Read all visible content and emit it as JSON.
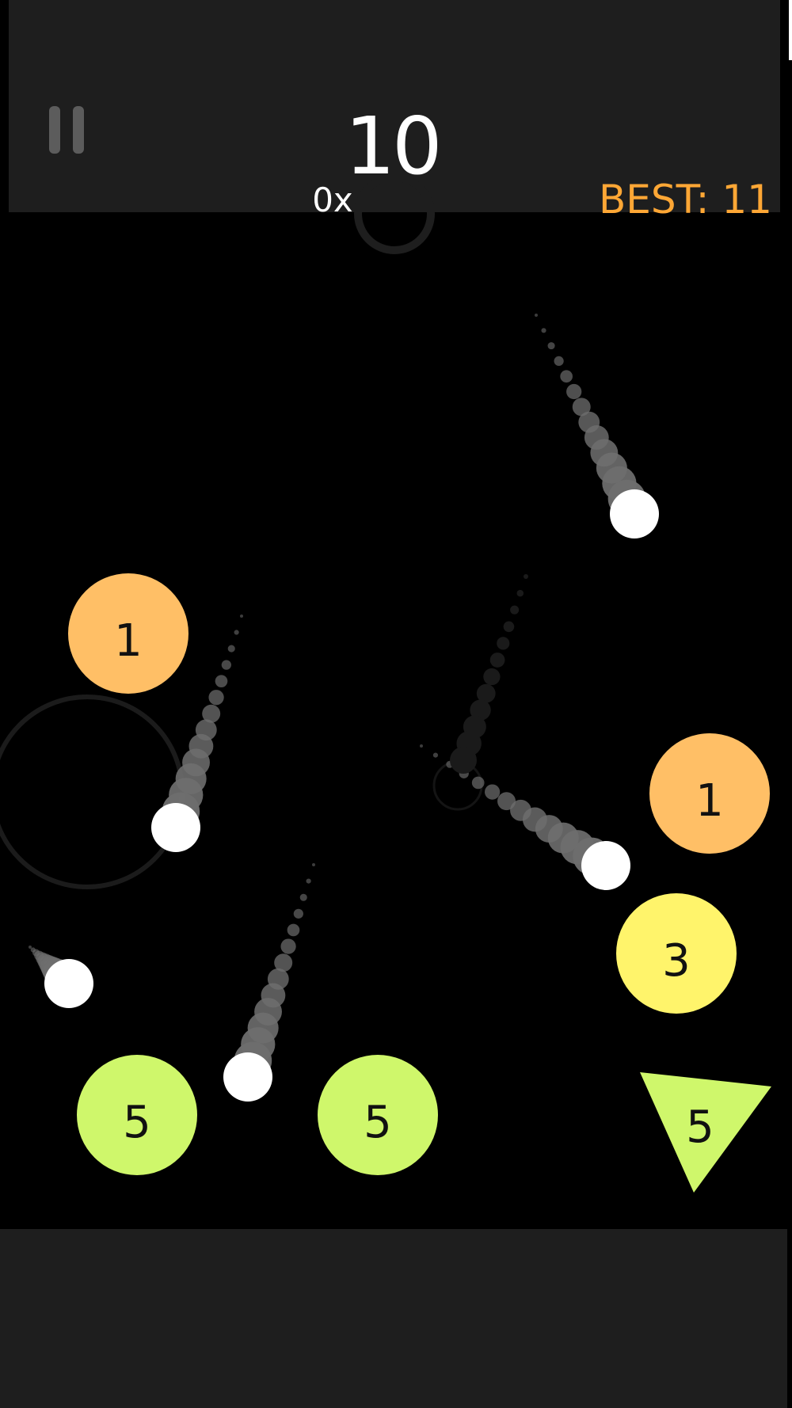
{
  "hud": {
    "score": "10",
    "multiplier": "0x",
    "best_label": "BEST: 11"
  },
  "targets": [
    {
      "shape": "circle",
      "number": "1",
      "color": "#ffbf66"
    },
    {
      "shape": "circle",
      "number": "1",
      "color": "#ffbf66"
    },
    {
      "shape": "circle",
      "number": "3",
      "color": "#fff46b"
    },
    {
      "shape": "circle",
      "number": "5",
      "color": "#cff76b"
    },
    {
      "shape": "circle",
      "number": "5",
      "color": "#cff76b"
    },
    {
      "shape": "triangle",
      "number": "5",
      "color": "#cff76b"
    }
  ],
  "colors": {
    "background": "#000000",
    "panel": "#1e1e1e",
    "ball": "#ffffff",
    "trail": "#6e6e6e",
    "best": "#ffa735",
    "pause": "#5c5c5c"
  },
  "icons": {
    "pause": "pause-icon",
    "launcher": "launcher-ring-icon"
  }
}
